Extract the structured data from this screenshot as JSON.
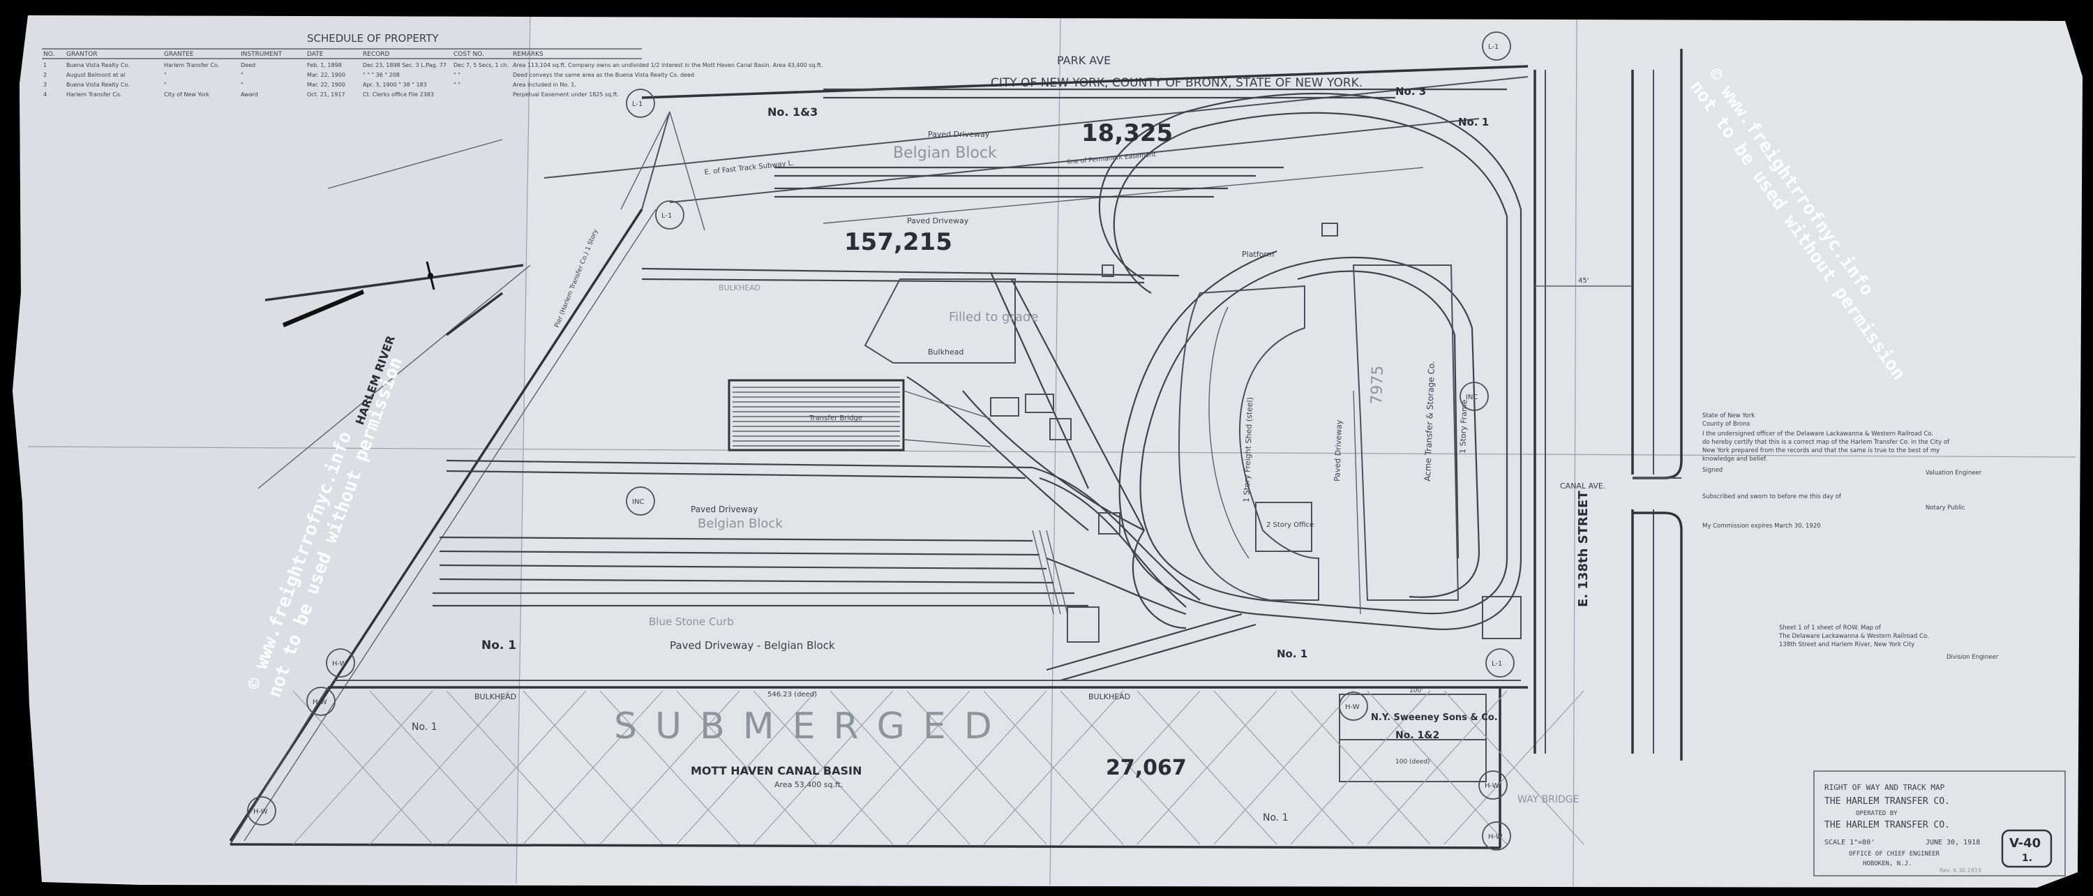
{
  "header": {
    "title": "CITY OF NEW YORK, COUNTY OF BRONX, STATE OF NEW YORK."
  },
  "schedule": {
    "title": "SCHEDULE OF PROPERTY",
    "columns": [
      "NO.",
      "GRANTOR",
      "GRANTEE",
      "INSTRUMENT",
      "DATE",
      "RECORD",
      "COST NO.",
      "REMARKS"
    ],
    "rows": [
      {
        "no": "1",
        "grantor": "Buena Vista Realty Co.",
        "grantee": "Harlem Transfer Co.",
        "instrument": "Deed",
        "date": "Feb. 1, 1898",
        "record": "Dec 23, 1898 Sec. 3 L.Pag. 77",
        "cost": "Dec 7, 5 Secs, 1 ch.",
        "remarks": "Area 113,104 sq.ft. Company owns an undivided 1/2 interest in the Mott Haven Canal Basin. Area 43,400 sq.ft."
      },
      {
        "no": "2",
        "grantor": "August Belmont et al",
        "grantee": "\"",
        "instrument": "\"",
        "date": "Mar. 22, 1900",
        "record": "\" \" \" 36 \" 208",
        "cost": "\" \"",
        "remarks": "Deed conveys the same area as the Buena Vista Realty Co. deed"
      },
      {
        "no": "3",
        "grantor": "Buena Vista Realty Co.",
        "grantee": "\"",
        "instrument": "\"",
        "date": "Mar. 22, 1900",
        "record": "Apr. 3, 1900 \" 38 \" 183",
        "cost": "\" \"",
        "remarks": "Area included in No. 1."
      },
      {
        "no": "4",
        "grantor": "Harlem Transfer Co.",
        "grantee": "City of New York",
        "instrument": "Award",
        "date": "Oct. 21, 1917",
        "record": "Ct. Clerks office File 2383",
        "cost": "",
        "remarks": "Perpetual Easement under 1825 sq.ft."
      }
    ]
  },
  "labels": {
    "park_ave": "PARK AVE",
    "no183": "No. 1&3",
    "no3": "No. 3",
    "no1_top": "No. 1",
    "easement_line": "line of Permanent Easement",
    "subway": "E. of Fast Track Subway L.",
    "paved_driveway_1": "Paved Driveway",
    "belgian_block_1": "Belgian Block",
    "area_18325": "18,325",
    "paved_driveway_2": "Paved Driveway",
    "area_157215": "157,215",
    "platform": "Platform",
    "bulkhead_1": "BULKHEAD",
    "filled_grade": "Filled to grade",
    "bulkhead_2": "Bulkhead",
    "pier_note": "Pier (Harlem Transfer Co.) 1 Story",
    "transfer_bridge": "Transfer Bridge",
    "harlem_river": "HARLEM RIVER",
    "freight_shed": "1 Story Freight Shed (steel)",
    "paved_driveway_3": "Paved Driveway",
    "acme": "Acme Transfer & Storage Co.",
    "acme_2": "1 Story Frame",
    "area_7975": "7975",
    "inc_1": "INC",
    "inc_2": "INC",
    "paved_driveway_4": "Paved Driveway",
    "belgian_block_4": "Belgian Block",
    "office": "2 Story Office",
    "canal_ave": "CANAL AVE.",
    "street_138": "E. 138th STREET",
    "dim_45": "45'",
    "blue_stone_curb": "Blue Stone Curb",
    "paved_driveway_5": "Paved Driveway - Belgian Block",
    "no1_mid": "No. 1",
    "no1_right": "No. 1",
    "no1_low_left": "No. 1",
    "no1_bottom": "No. 1",
    "dim_bottom": "546.23 (deed)",
    "bulkhead_3": "BULKHEAD",
    "bulkhead_4": "BULKHEAD",
    "submerged": "SUBMERGED",
    "area_27067": "27,067",
    "mott_haven": "MOTT HAVEN CANAL BASIN",
    "mott_haven_area": "Area 53,400 sq.ft.",
    "ny_sweeney": "N.Y. Sweeney Sons & Co.",
    "no182": "No. 1&2",
    "dim_100": "100'",
    "dim_100_deed": "100 (deed)",
    "way_bridge": "WAY BRIDGE",
    "hw_1": "H-W",
    "hw_2": "H-W",
    "hw_3": "H-W",
    "hw_4": "H-W",
    "hw_5": "H-W",
    "hw_6": "H-W",
    "l1_1": "L-1",
    "l1_2": "L-1",
    "l1_3": "L-1",
    "l1_4": "L-1"
  },
  "affidavit": {
    "lines": [
      "State of New York",
      "County of Bronx",
      "I the undersigned officer of the Delaware Lackawanna & Western Railroad Co.",
      "do hereby certify that this is a correct map of the Harlem Transfer Co. in the City of",
      "New York prepared from the records and that the same is true to the best of my",
      "knowledge and belief.",
      "Signed",
      "Valuation Engineer",
      "Subscribed and sworn to before me this day of",
      "Notary Public",
      "My Commission expires March 30, 1920"
    ],
    "sheet_note": [
      "Sheet 1 of 1 sheet of ROW. Map of",
      "The Delaware Lackawanna & Western Railroad Co.",
      "138th Street and Harlem River, New York City",
      "Division Engineer"
    ]
  },
  "title_block": {
    "line1": "RIGHT OF WAY AND TRACK MAP",
    "line2": "THE HARLEM TRANSFER CO.",
    "line3": "OPERATED BY",
    "line4": "THE HARLEM TRANSFER CO.",
    "scale": "SCALE 1\"=80'",
    "date": "JUNE 30, 1918",
    "office": "OFFICE OF CHIEF ENGINEER",
    "city": "HOBOKEN, N.J.",
    "rev": "Rev. 6.30.1919",
    "sheet_no": "V-40",
    "sheet_sub": "1."
  },
  "watermark": {
    "line1": "© www.freightrrofnyc.info",
    "line2": "not to be used without permission"
  }
}
